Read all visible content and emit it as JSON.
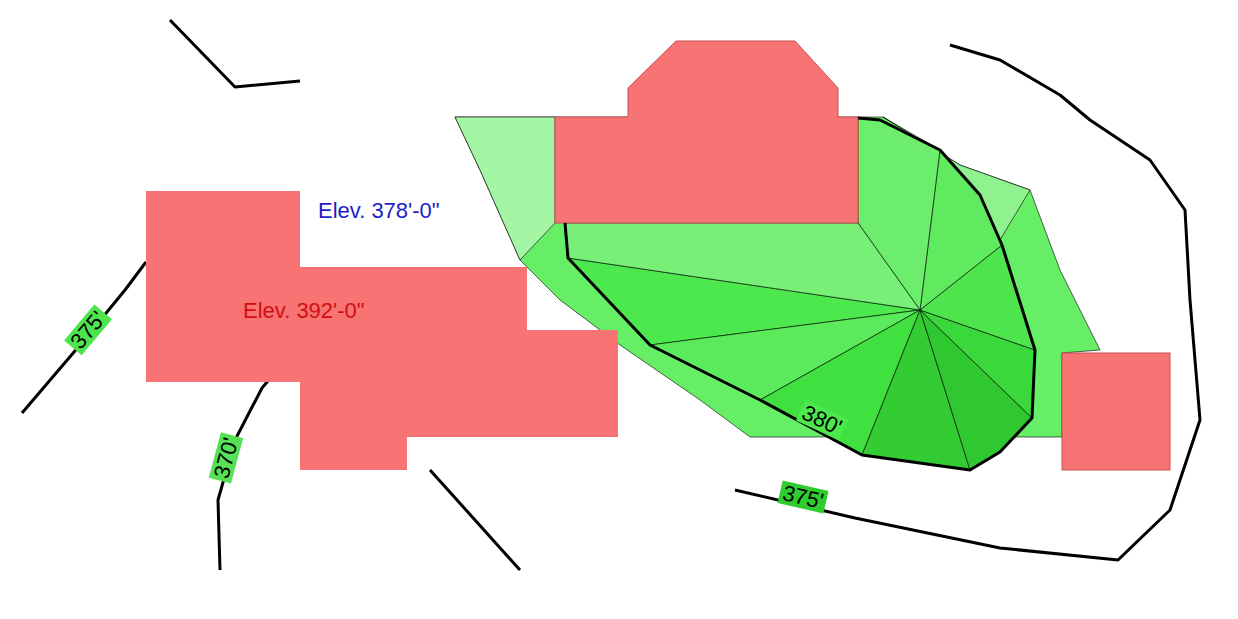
{
  "diagram": {
    "nodes": [
      {
        "text": [
          "Elev. 378'-0\""
        ]
      },
      {
        "text": [
          "Elev. 392'-0\""
        ]
      }
    ],
    "labels": [
      "375'",
      "370'",
      "380'",
      "375'"
    ]
  }
}
